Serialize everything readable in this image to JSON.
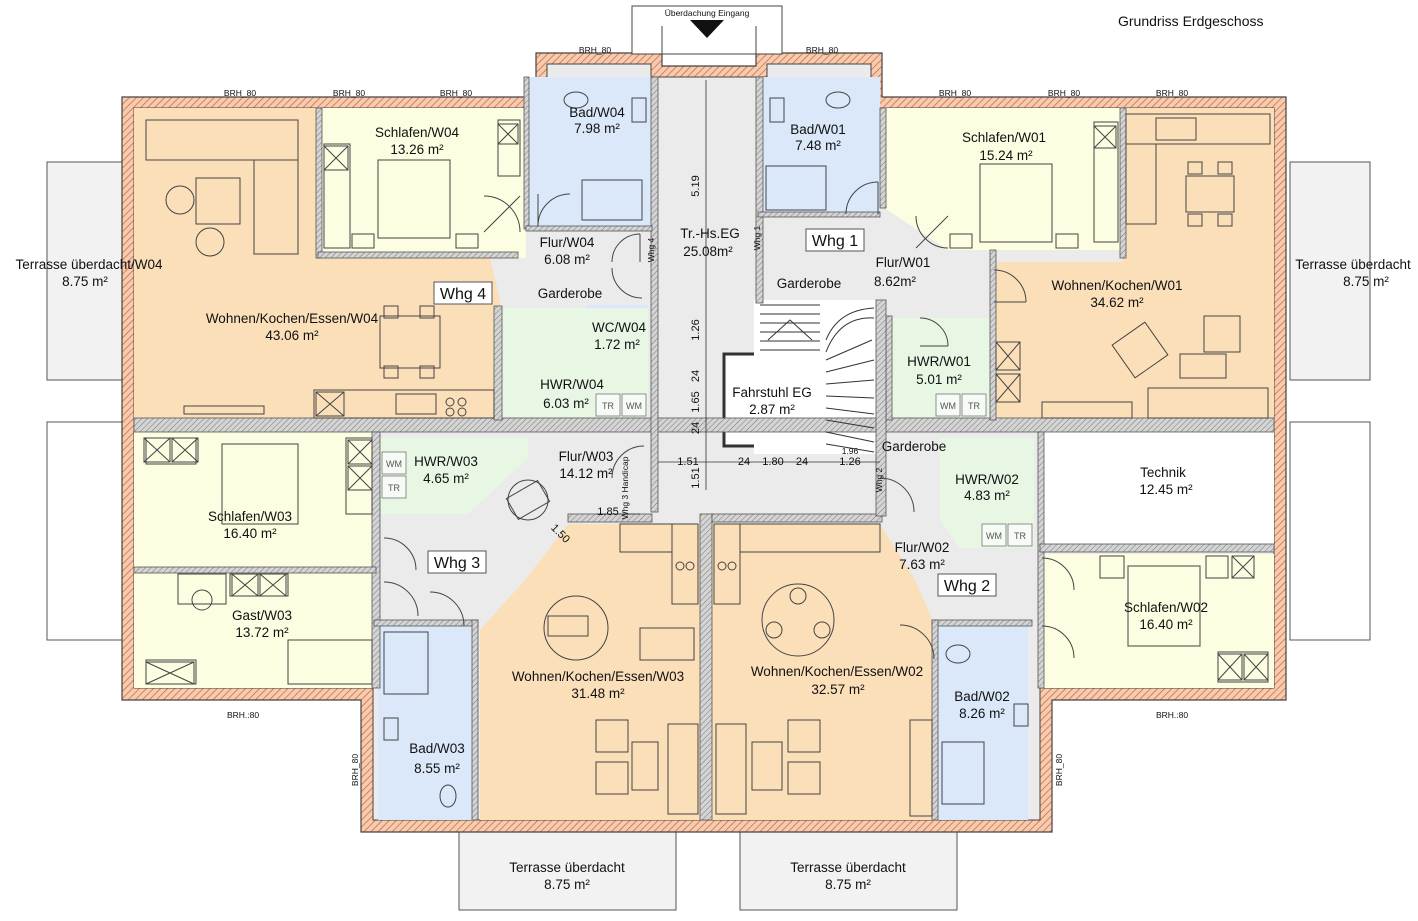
{
  "title": "Grundriss Erdgeschoss",
  "entrance_canopy": "Überdachung Eingang",
  "parapet_label": "BRH_80",
  "parapet_label_alt": "BRH.:80",
  "apartment_tags": {
    "w1": "Whg 1",
    "w2": "Whg 2",
    "w3": "Whg 3",
    "w4": "Whg 4"
  },
  "rooms": {
    "bad_w04": {
      "name": "Bad/W04",
      "area": "7.98 m²"
    },
    "schlafen_w04": {
      "name": "Schlafen/W04",
      "area": "13.26 m²"
    },
    "flur_w04": {
      "name": "Flur/W04",
      "area": "6.08 m²"
    },
    "wohnen_w04": {
      "name": "Wohnen/Kochen/Essen/W04",
      "area": "43.06 m²"
    },
    "wc_w04": {
      "name": "WC/W04",
      "area": "1.72 m²"
    },
    "hwr_w04": {
      "name": "HWR/W04",
      "area": "6.03 m²"
    },
    "treppenhaus": {
      "name": "Tr.-Hs.EG",
      "area": "25.08m²"
    },
    "fahrstuhl": {
      "name": "Fahrstuhl EG",
      "area": "2.87 m²"
    },
    "bad_w01": {
      "name": "Bad/W01",
      "area": "7.48 m²"
    },
    "schlafen_w01": {
      "name": "Schlafen/W01",
      "area": "15.24 m²"
    },
    "flur_w01": {
      "name": "Flur/W01",
      "area": "8.62m²"
    },
    "wohnen_w01": {
      "name": "Wohnen/Kochen/W01",
      "area": "34.62 m²"
    },
    "hwr_w01": {
      "name": "HWR/W01",
      "area": "5.01 m²"
    },
    "terrasse_west": {
      "name": "Terrasse überdacht/W04",
      "area": "8.75 m²"
    },
    "terrasse_east": {
      "name": "Terrasse überdacht",
      "area": "8.75 m²"
    },
    "schlafen_w03": {
      "name": "Schlafen/W03",
      "area": "16.40 m²"
    },
    "hwr_w03": {
      "name": "HWR/W03",
      "area": "4.65 m²"
    },
    "flur_w03": {
      "name": "Flur/W03",
      "area": "14.12 m²"
    },
    "gast_w03": {
      "name": "Gast/W03",
      "area": "13.72 m²"
    },
    "bad_w03": {
      "name": "Bad/W03",
      "area": "8.55 m²"
    },
    "wohnen_w03": {
      "name": "Wohnen/Kochen/Essen/W03",
      "area": "31.48 m²"
    },
    "wohnen_w02": {
      "name": "Wohnen/Kochen/Essen/W02",
      "area": "32.57 m²"
    },
    "flur_w02": {
      "name": "Flur/W02",
      "area": "7.63 m²"
    },
    "hwr_w02": {
      "name": "HWR/W02",
      "area": "4.83 m²"
    },
    "technik": {
      "name": "Technik",
      "area": "12.45 m²"
    },
    "schlafen_w02": {
      "name": "Schlafen/W02",
      "area": "16.40 m²"
    },
    "bad_w02": {
      "name": "Bad/W02",
      "area": "8.26 m²"
    },
    "terrasse_s1": {
      "name": "Terrasse überdacht",
      "area": "8.75 m²"
    },
    "terrasse_s2": {
      "name": "Terrasse überdacht",
      "area": "8.75 m²"
    }
  },
  "garderobe_label": "Garderobe",
  "appliance_labels": {
    "wm": "WM",
    "tr": "TR"
  },
  "door_notes": {
    "w3_handicap": "Whg 3 Handicap",
    "w4": "Whg 4",
    "w1": "Whg 1",
    "w2": "Whg 2"
  },
  "dimensions": {
    "d_519": "5.19",
    "d_126": "1.26",
    "d_24a": "24",
    "d_165": "1.65",
    "d_24b": "24",
    "d_151a": "1.51",
    "d_24c": "24",
    "d_180": "1.80",
    "d_24d": "24",
    "d_126b": "1.26",
    "d_151b": "1.51",
    "d_185": "1.85",
    "d_150": "1.50",
    "d_196": "1.96"
  },
  "colors": {
    "living": "#fbdfb9",
    "bedroom": "#fdfde2",
    "bath": "#dae8fa",
    "utility": "#e8f7e4",
    "circulation": "#ebebeb",
    "wall_outer": "#f3bfa2",
    "terrace": "#f1f1f1"
  }
}
